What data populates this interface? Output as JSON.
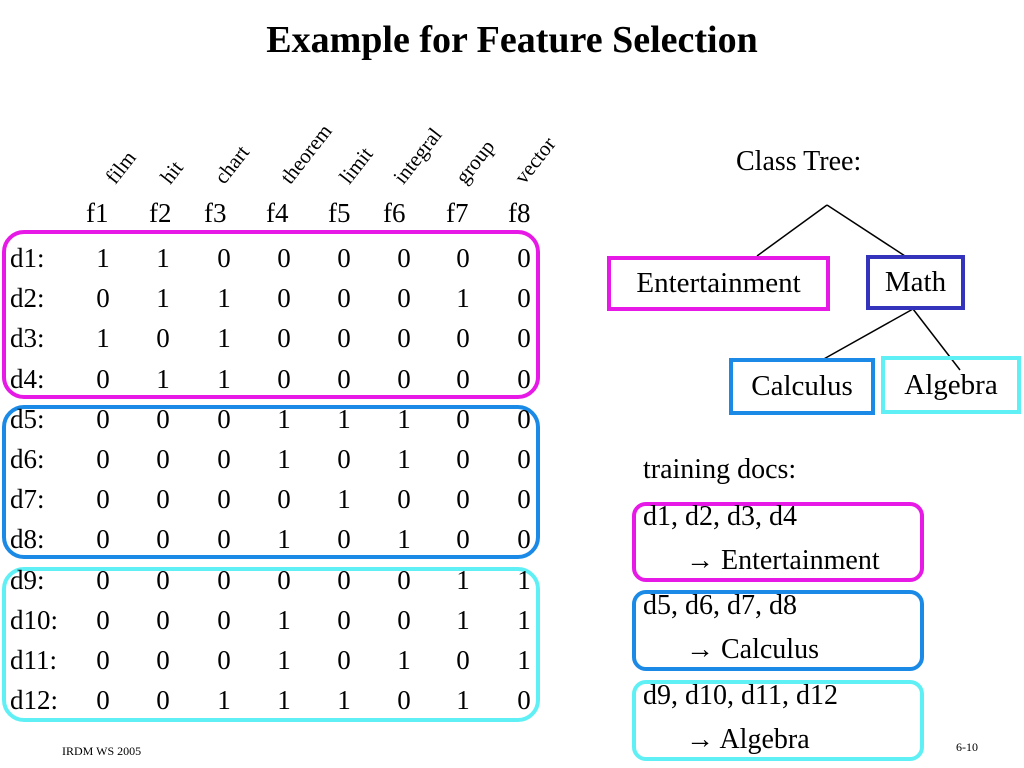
{
  "slide": {
    "title": "Example for Feature Selection",
    "words": [
      "film",
      "hit",
      "chart",
      "theorem",
      "limit",
      "integral",
      "group",
      "vector"
    ],
    "features": [
      "f1",
      "f2",
      "f3",
      "f4",
      "f5",
      "f6",
      "f7",
      "f8"
    ],
    "rows": [
      {
        "label": "d1:",
        "values": [
          "1",
          "1",
          "0",
          "0",
          "0",
          "0",
          "0",
          "0"
        ]
      },
      {
        "label": "d2:",
        "values": [
          "0",
          "1",
          "1",
          "0",
          "0",
          "0",
          "1",
          "0"
        ]
      },
      {
        "label": "d3:",
        "values": [
          "1",
          "0",
          "1",
          "0",
          "0",
          "0",
          "0",
          "0"
        ]
      },
      {
        "label": "d4:",
        "values": [
          "0",
          "1",
          "1",
          "0",
          "0",
          "0",
          "0",
          "0"
        ]
      },
      {
        "label": "d5:",
        "values": [
          "0",
          "0",
          "0",
          "1",
          "1",
          "1",
          "0",
          "0"
        ]
      },
      {
        "label": "d6:",
        "values": [
          "0",
          "0",
          "0",
          "1",
          "0",
          "1",
          "0",
          "0"
        ]
      },
      {
        "label": "d7:",
        "values": [
          "0",
          "0",
          "0",
          "0",
          "1",
          "0",
          "0",
          "0"
        ]
      },
      {
        "label": "d8:",
        "values": [
          "0",
          "0",
          "0",
          "1",
          "0",
          "1",
          "0",
          "0"
        ]
      },
      {
        "label": "d9:",
        "values": [
          "0",
          "0",
          "0",
          "0",
          "0",
          "0",
          "1",
          "1"
        ]
      },
      {
        "label": "d10:",
        "values": [
          "0",
          "0",
          "0",
          "1",
          "0",
          "0",
          "1",
          "1"
        ]
      },
      {
        "label": "d11:",
        "values": [
          "0",
          "0",
          "0",
          "1",
          "0",
          "1",
          "0",
          "1"
        ]
      },
      {
        "label": "d12:",
        "values": [
          "0",
          "0",
          "1",
          "1",
          "1",
          "0",
          "1",
          "0"
        ]
      }
    ],
    "class_tree": {
      "label": "Class Tree:",
      "nodes": {
        "entertainment": "Entertainment",
        "math": "Math",
        "calculus": "Calculus",
        "algebra": "Algebra"
      }
    },
    "training": {
      "label": "training docs:",
      "groups": [
        {
          "docs": "d1, d2, d3, d4",
          "arrow": "→ Entertainment"
        },
        {
          "docs": "d5, d6, d7, d8",
          "arrow": "→ Calculus"
        },
        {
          "docs": "d9, d10, d11, d12",
          "arrow": "→ Algebra"
        }
      ]
    },
    "footer_left": "IRDM  WS 2005",
    "footer_right": "6-10",
    "colors": {
      "magenta": "#e619e6",
      "blue": "#1a8ae6",
      "cyan": "#5ff0f5",
      "navy": "#3333bb"
    }
  }
}
